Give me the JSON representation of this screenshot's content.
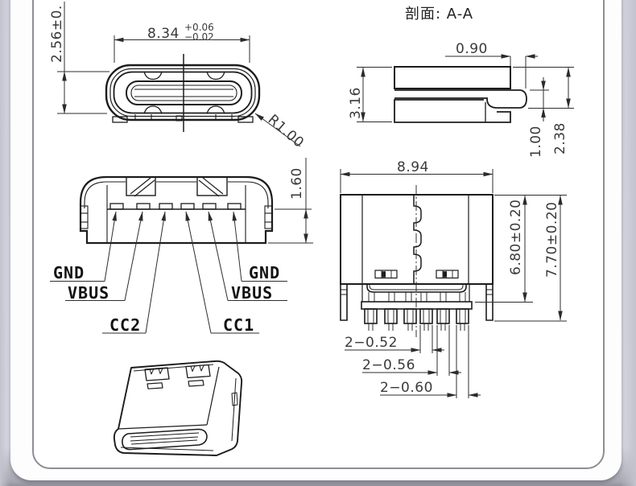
{
  "drawing": {
    "section_label": "剖面: A-A",
    "front_view": {
      "width": "8.34",
      "width_tol_plus": "+0.06",
      "width_tol_minus": "−0.02",
      "opening_height": "2.56±0.",
      "corner_radius": "R1.00"
    },
    "side_view": {
      "pin_offset": "1.60",
      "pin_labels": [
        "GND",
        "VBUS",
        "CC2",
        "CC1",
        "VBUS",
        "GND"
      ]
    },
    "top_view": {
      "width": "8.94",
      "body_height": "6.80±0.20",
      "overall_height": "7.70±0.20",
      "pin_widths": [
        "2−0.52",
        "2−0.56",
        "2−0.60"
      ]
    },
    "section_view": {
      "notch_width": "0.90",
      "height": "3.16",
      "tab_thickness": "1.00",
      "step_height": "2.38"
    }
  },
  "colors": {
    "background": "#d8d8e2",
    "panel_border": "#8e8e96",
    "line": "#1c1c1c",
    "dimension": "#3a3a3a"
  }
}
